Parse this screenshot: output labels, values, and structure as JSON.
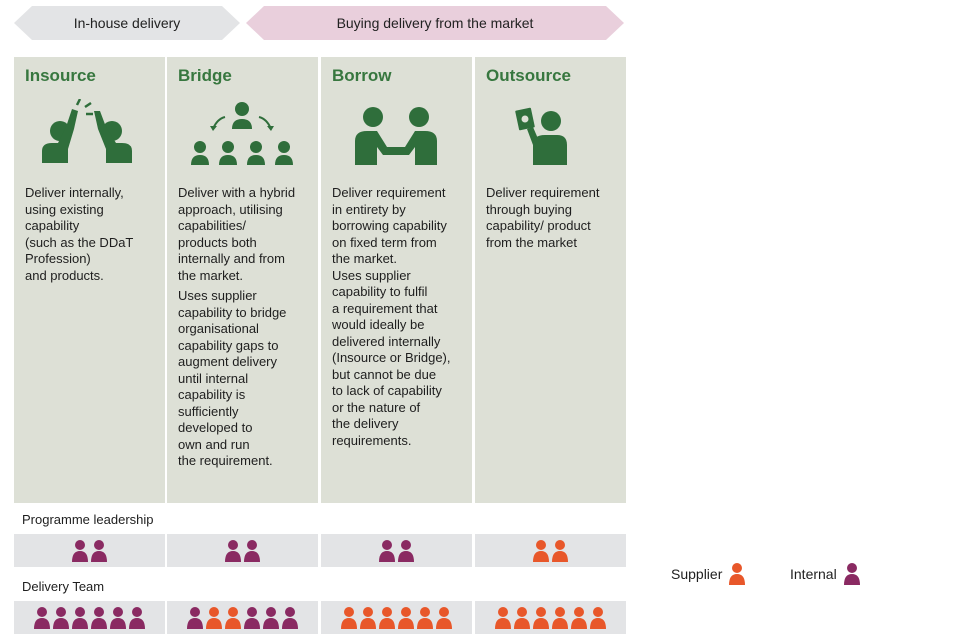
{
  "banners": {
    "inhouse": "In-house delivery",
    "market": "Buying delivery from the market"
  },
  "columns": [
    {
      "title": "Insource",
      "icon": "high-five-icon",
      "paragraphs": [
        "Deliver internally,\nusing existing\ncapability\n(such as the DDaT\nProfession)\nand products."
      ]
    },
    {
      "title": "Bridge",
      "icon": "team-group-icon",
      "paragraphs": [
        "Deliver with a hybrid\napproach, utilising\ncapabilities/\nproducts both\ninternally and from\nthe market.",
        "Uses supplier\ncapability to bridge\norganisational\ncapability gaps to\naugment delivery\nuntil internal\ncapability is\nsufficiently\ndeveloped to\nown and run\nthe requirement."
      ]
    },
    {
      "title": "Borrow",
      "icon": "handshake-icon",
      "paragraphs": [
        "Deliver requirement\nin entirety by\nborrowing capability\non fixed term from\nthe market.\nUses supplier\ncapability to fulfil\na requirement that\nwould ideally be\ndelivered internally\n(Insource or Bridge),\nbut cannot be due\nto lack of capability\nor the nature of\nthe delivery\nrequirements."
      ]
    },
    {
      "title": "Outsource",
      "icon": "person-holding-money-icon",
      "paragraphs": [
        "Deliver requirement\nthrough buying\ncapability/ product\nfrom the market"
      ]
    }
  ],
  "rows": {
    "leadership_label": "Programme leadership",
    "team_label": "Delivery Team",
    "leadership": [
      [
        "internal",
        "internal"
      ],
      [
        "internal",
        "internal"
      ],
      [
        "internal",
        "internal"
      ],
      [
        "supplier",
        "supplier"
      ]
    ],
    "team": [
      [
        "internal",
        "internal",
        "internal",
        "internal",
        "internal",
        "internal"
      ],
      [
        "internal",
        "supplier",
        "supplier",
        "internal",
        "internal",
        "internal"
      ],
      [
        "supplier",
        "supplier",
        "supplier",
        "supplier",
        "supplier",
        "supplier"
      ],
      [
        "supplier",
        "supplier",
        "supplier",
        "supplier",
        "supplier",
        "supplier"
      ]
    ]
  },
  "legend": {
    "supplier": "Supplier",
    "internal": "Internal"
  },
  "colors": {
    "title_green": "#37773f",
    "icon_green": "#2f6e3b",
    "panel_bg": "#dde0d6",
    "internal": "#8a2a62",
    "supplier": "#e8572a",
    "market_banner": "#e9cfdc",
    "inhouse_banner": "#e3e4e6"
  }
}
